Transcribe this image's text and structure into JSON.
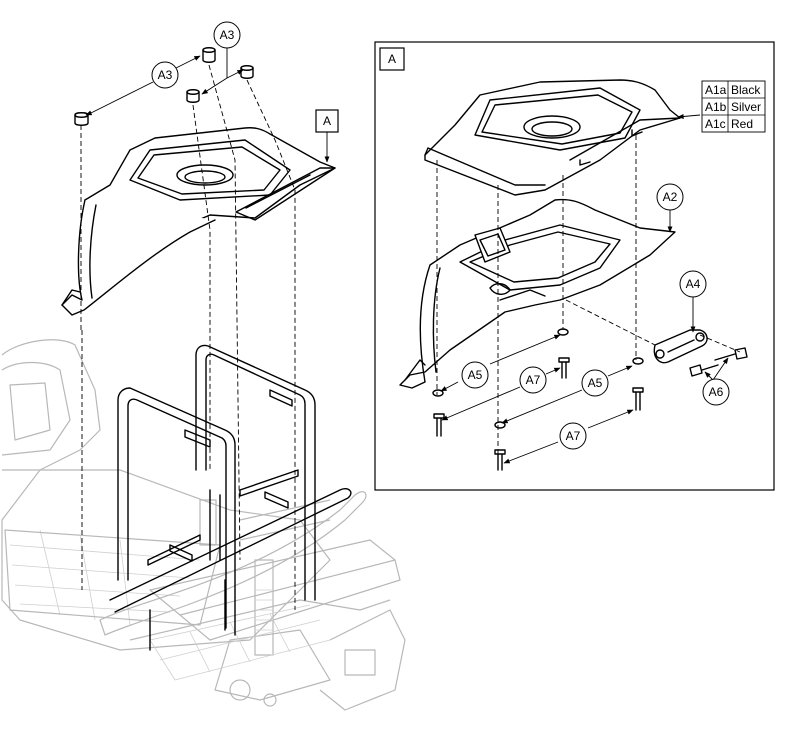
{
  "detail_frame_label": "A",
  "pointer_label_A": "A",
  "callouts": {
    "a3_left": "A3",
    "a3_top": "A3",
    "a2": "A2",
    "a4": "A4",
    "a5_left": "A5",
    "a5_right": "A5",
    "a6": "A6",
    "a7_left": "A7",
    "a7_right": "A7"
  },
  "color_table": [
    {
      "code": "A1a",
      "color": "Black"
    },
    {
      "code": "A1b",
      "color": "Silver"
    },
    {
      "code": "A1c",
      "color": "Red"
    }
  ]
}
